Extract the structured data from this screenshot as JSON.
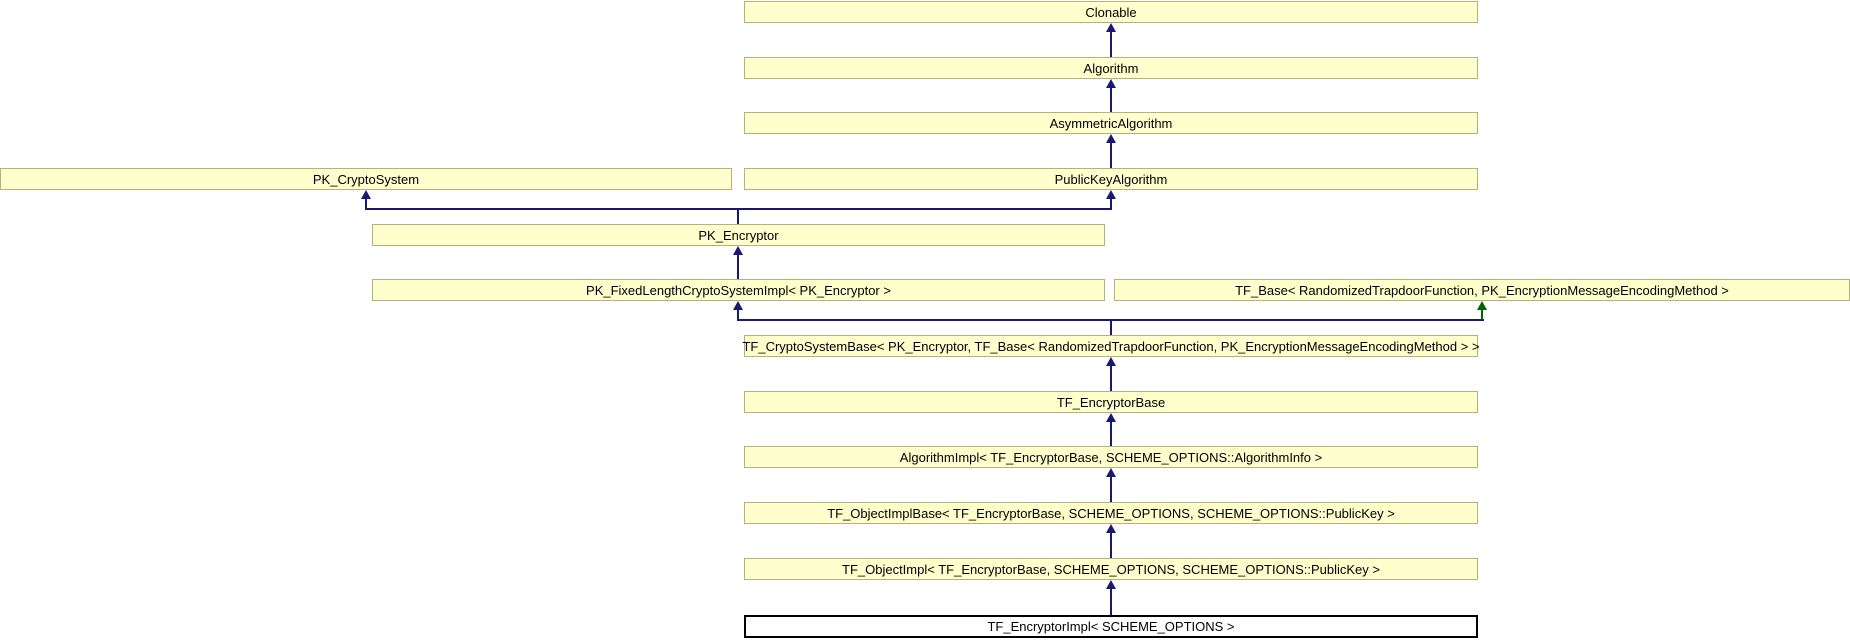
{
  "diagram": {
    "kind": "class-inheritance-graph",
    "nodes": {
      "clonable": {
        "label": "Clonable"
      },
      "algorithm": {
        "label": "Algorithm"
      },
      "asymmetric_algorithm": {
        "label": "AsymmetricAlgorithm"
      },
      "pk_cryptosystem": {
        "label": "PK_CryptoSystem"
      },
      "public_key_algorithm": {
        "label": "PublicKeyAlgorithm"
      },
      "pk_encryptor": {
        "label": "PK_Encryptor"
      },
      "pk_fixed_length_cryptosystem_impl": {
        "label": "PK_FixedLengthCryptoSystemImpl< PK_Encryptor >"
      },
      "tf_base": {
        "label": "TF_Base< RandomizedTrapdoorFunction, PK_EncryptionMessageEncodingMethod >"
      },
      "tf_cryptosystem_base": {
        "label": "TF_CryptoSystemBase< PK_Encryptor, TF_Base< RandomizedTrapdoorFunction, PK_EncryptionMessageEncodingMethod > >"
      },
      "tf_encryptor_base": {
        "label": "TF_EncryptorBase"
      },
      "algorithm_impl": {
        "label": "AlgorithmImpl< TF_EncryptorBase, SCHEME_OPTIONS::AlgorithmInfo >"
      },
      "tf_object_impl_base": {
        "label": "TF_ObjectImplBase< TF_EncryptorBase, SCHEME_OPTIONS, SCHEME_OPTIONS::PublicKey >"
      },
      "tf_object_impl": {
        "label": "TF_ObjectImpl< TF_EncryptorBase, SCHEME_OPTIONS, SCHEME_OPTIONS::PublicKey >"
      },
      "tf_encryptor_impl": {
        "label": "TF_EncryptorImpl< SCHEME_OPTIONS >",
        "highlighted": true
      }
    },
    "edges": [
      {
        "from": "algorithm",
        "to": "clonable",
        "style": "solid",
        "color": "#191970"
      },
      {
        "from": "asymmetric_algorithm",
        "to": "algorithm",
        "style": "solid",
        "color": "#191970"
      },
      {
        "from": "public_key_algorithm",
        "to": "asymmetric_algorithm",
        "style": "solid",
        "color": "#191970"
      },
      {
        "from": "pk_encryptor",
        "to": "pk_cryptosystem",
        "style": "solid",
        "color": "#191970"
      },
      {
        "from": "pk_encryptor",
        "to": "public_key_algorithm",
        "style": "solid",
        "color": "#191970"
      },
      {
        "from": "pk_fixed_length_cryptosystem_impl",
        "to": "pk_encryptor",
        "style": "solid",
        "color": "#191970"
      },
      {
        "from": "tf_cryptosystem_base",
        "to": "pk_fixed_length_cryptosystem_impl",
        "style": "solid",
        "color": "#191970"
      },
      {
        "from": "tf_cryptosystem_base",
        "to": "tf_base",
        "style": "dashed",
        "color": "#006400"
      },
      {
        "from": "tf_encryptor_base",
        "to": "tf_cryptosystem_base",
        "style": "solid",
        "color": "#191970"
      },
      {
        "from": "algorithm_impl",
        "to": "tf_encryptor_base",
        "style": "solid",
        "color": "#191970"
      },
      {
        "from": "tf_object_impl_base",
        "to": "algorithm_impl",
        "style": "solid",
        "color": "#191970"
      },
      {
        "from": "tf_object_impl",
        "to": "tf_object_impl_base",
        "style": "solid",
        "color": "#191970"
      },
      {
        "from": "tf_encryptor_impl",
        "to": "tf_object_impl",
        "style": "solid",
        "color": "#191970"
      }
    ],
    "colors": {
      "node_fill": "#ffffce",
      "node_border": "#b2b27a",
      "highlight_node_fill": "#ffffff",
      "highlight_node_border": "#000000",
      "edge_solid": "#191970",
      "edge_dashed": "#006400",
      "text": "#000000",
      "background": "#ffffff"
    }
  }
}
